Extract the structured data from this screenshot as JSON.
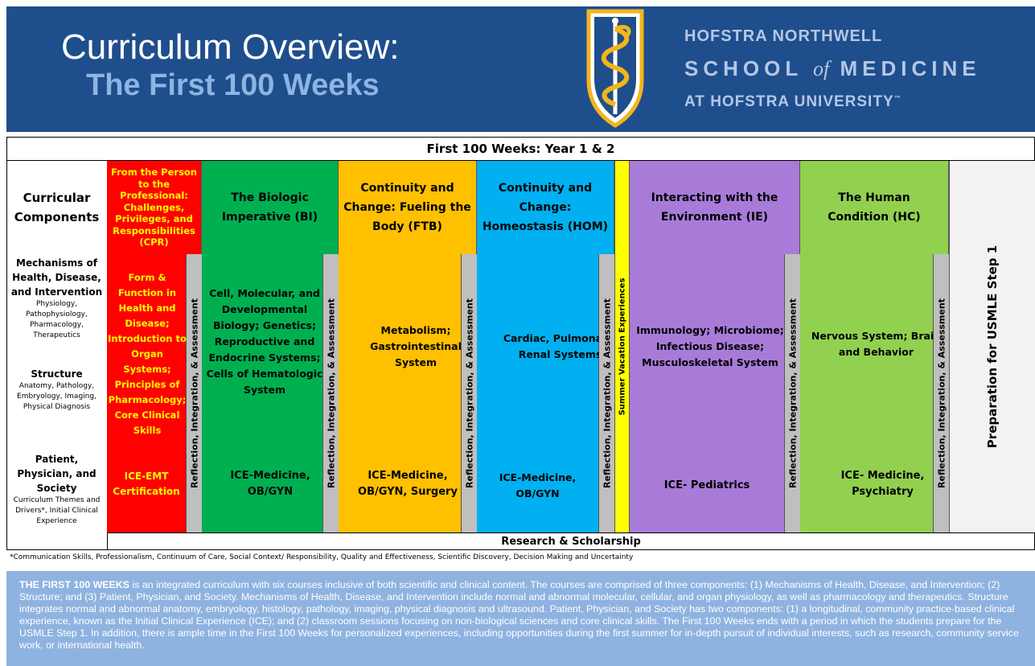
{
  "header": {
    "title_line1": "Curriculum  Overview:",
    "title_line2": "The First 100 Weeks",
    "school_line1": "HOFSTRA NORTHWELL",
    "school_line2_pre": "SCHOOL ",
    "school_line2_of": "of",
    "school_line2_post": " MEDICINE",
    "school_line3": "AT HOFSTRA UNIVERSITY",
    "trademark": "™",
    "logo": "caduceus-shield-icon"
  },
  "table": {
    "top_label": "First 100 Weeks: Year 1 & 2",
    "components_label": "Curricular Components",
    "bottom_label": "Research & Scholarship",
    "step1_label": "Preparation for USMLE Step 1",
    "summer_label": "Summer Vacation Experiences",
    "ria_label": "Reflection, Integration, & Assessment",
    "rows": {
      "mechanisms_title": "Mechanisms of Health, Disease, and Intervention",
      "mechanisms_sub": "Physiology, Pathophysiology, Pharmacology, Therapeutics",
      "structure_title": "Structure",
      "structure_sub": "Anatomy, Pathology, Embryology, Imaging, Physical Diagnosis",
      "patient_title": "Patient, Physician, and Society",
      "patient_sub": "Curriculum Themes and Drivers*, Initial Clinical Experience"
    },
    "courses": [
      {
        "header": "From the Person to the Professional: Challenges, Privileges, and Responsibilities (CPR)",
        "content": "Form & Function in Health and Disease; Introduction to Organ Systems; Principles of Pharmacology; Core Clinical Skills",
        "ice": "ICE-EMT Certification",
        "color": "#ff0000",
        "text_color": "#ffff00"
      },
      {
        "header": "The Biologic Imperative (BI)",
        "content": "Cell, Molecular, and Developmental Biology; Genetics; Reproductive and Endocrine Systems; Cells of Hematologic System",
        "ice": "ICE-Medicine, OB/GYN",
        "color": "#00b050",
        "text_color": "#000000"
      },
      {
        "header": "Continuity and Change: Fueling the Body (FTB)",
        "content": "Metabolism; Gastrointestinal System",
        "ice": "ICE-Medicine, OB/GYN, Surgery",
        "color": "#ffc000",
        "text_color": "#000000"
      },
      {
        "header": "Continuity and Change: Homeostasis (HOM)",
        "content": "Cardiac, Pulmonary, Renal Systems",
        "ice": "ICE-Medicine, OB/GYN",
        "color": "#00b0f0",
        "text_color": "#000000"
      },
      {
        "header": "Interacting with the Environment (IE)",
        "content": "Immunology; Microbiome; Infectious Disease; Musculoskeletal System",
        "ice": "ICE- Pediatrics",
        "color": "#a87bd8",
        "text_color": "#000000"
      },
      {
        "header": "The Human Condition (HC)",
        "content": "Nervous System; Brain and Behavior",
        "ice": "ICE- Medicine, Psychiatry",
        "color": "#92d050",
        "text_color": "#000000"
      }
    ]
  },
  "footnote": "*Communication Skills, Professionalism, Continuum of Care, Social Context/ Responsibility, Quality and Effectiveness, Scientific Discovery, Decision Making and Uncertainty",
  "info": {
    "lead": "THE FIRST 100 WEEKS",
    "body": " is an integrated curriculum with six courses inclusive of both scientific and clinical content.  The courses are comprised of three components: (1) Mechanisms of Health, Disease, and Intervention; (2) Structure; and (3) Patient, Physician, and Society. Mechanisms of Health, Disease, and Intervention include normal and abnormal molecular, cellular, and organ physiology, as well as pharmacology and therapeutics. Structure integrates normal and abnormal anatomy, embryology, histology, pathology, imaging, physical diagnosis and ultrasound.  Patient, Physician, and Society has two components:  (1) a longitudinal, community practice-based clinical experience, known as the Initial Clinical Experience (ICE); and (2) classroom sessions focusing on non-biological sciences and core clinical skills.  The First 100 Weeks ends with a period in which the students prepare for the USMLE Step 1. In addition, there is ample time in the First 100 Weeks for personalized experiences, including opportunities during the first summer for in-depth pursuit of individual interests, such as research, community service work, or international health."
  }
}
